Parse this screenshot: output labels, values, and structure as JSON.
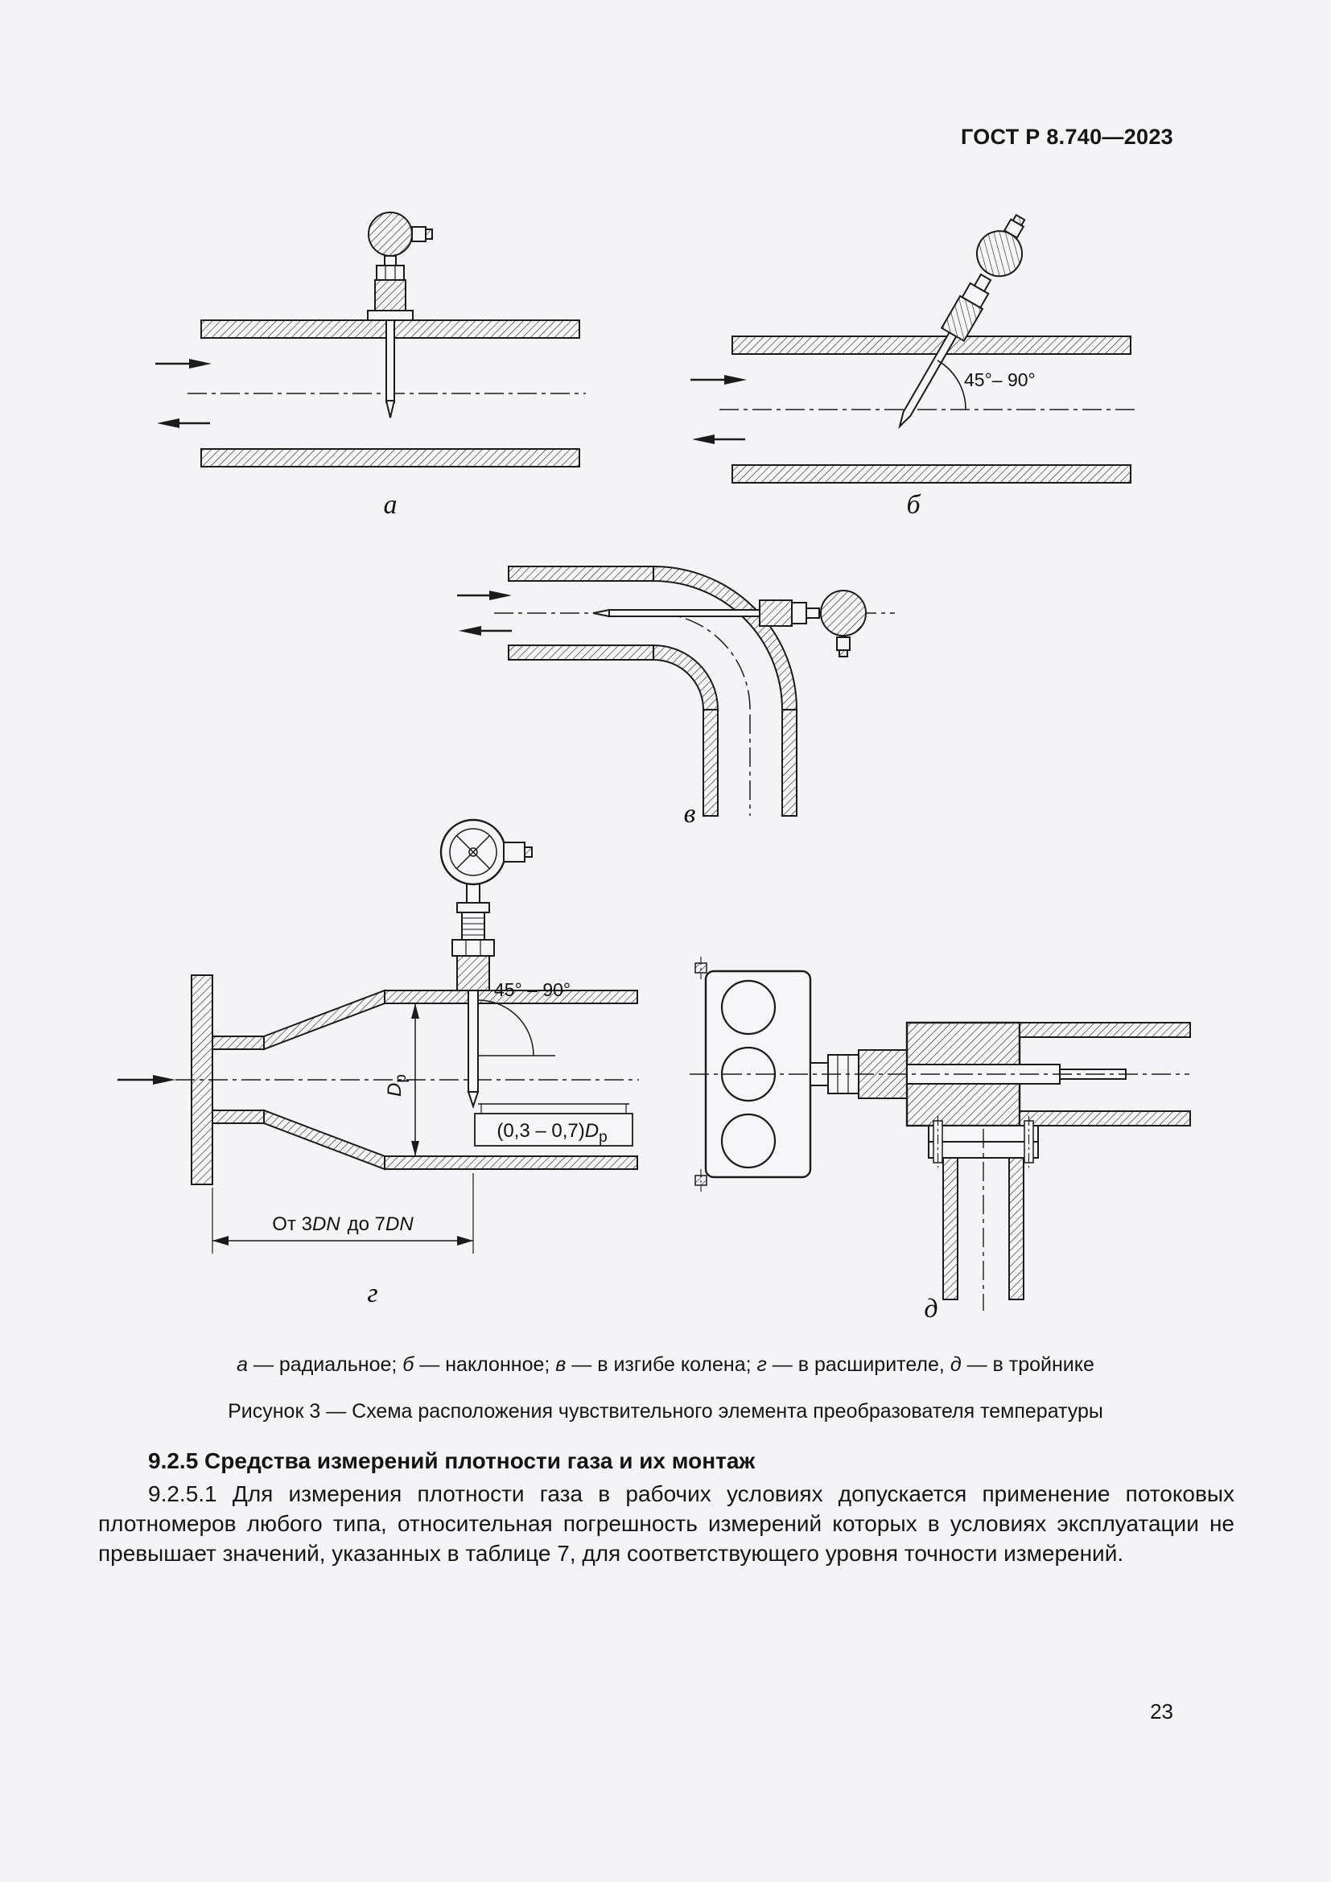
{
  "page": {
    "header": "ГОСТ Р 8.740—2023",
    "number": "23"
  },
  "figure": {
    "diagram_labels": {
      "a": "а",
      "b": "б",
      "v": "в",
      "g": "г",
      "d": "д"
    },
    "annotations": {
      "angle_incline": "45°– 90°",
      "angle_expander": "45° – 90°",
      "dp_letter": "D",
      "dp_sub": "р",
      "depth_prefix": "(0,3 – 0,7)",
      "length_part1": "От 3",
      "length_dn1": "DN",
      "length_part2": "до 7",
      "length_dn2": "DN"
    },
    "legend": {
      "a_letter": "а",
      "a_text": " — радиальное; ",
      "b_letter": "б",
      "b_text": " — наклонное; ",
      "v_letter": "в",
      "v_text": " — в изгибе колена; ",
      "g_letter": "г",
      "g_text": " — в расширителе, ",
      "d_letter": "д",
      "d_text": " — в тройнике"
    },
    "caption": "Рисунок 3 — Схема расположения чувствительного элемента преобразователя температуры"
  },
  "section": {
    "heading": "9.2.5 Средства измерений плотности газа и их монтаж",
    "body": "9.2.5.1 Для измерения плотности газа в рабочих условиях допускается применение потоковых плотномеров любого типа, относительная погрешность измерений которых в условиях эксплуатации не превышает значений, указанных в таблице 7, для соответствующего уровня точности измерений."
  }
}
